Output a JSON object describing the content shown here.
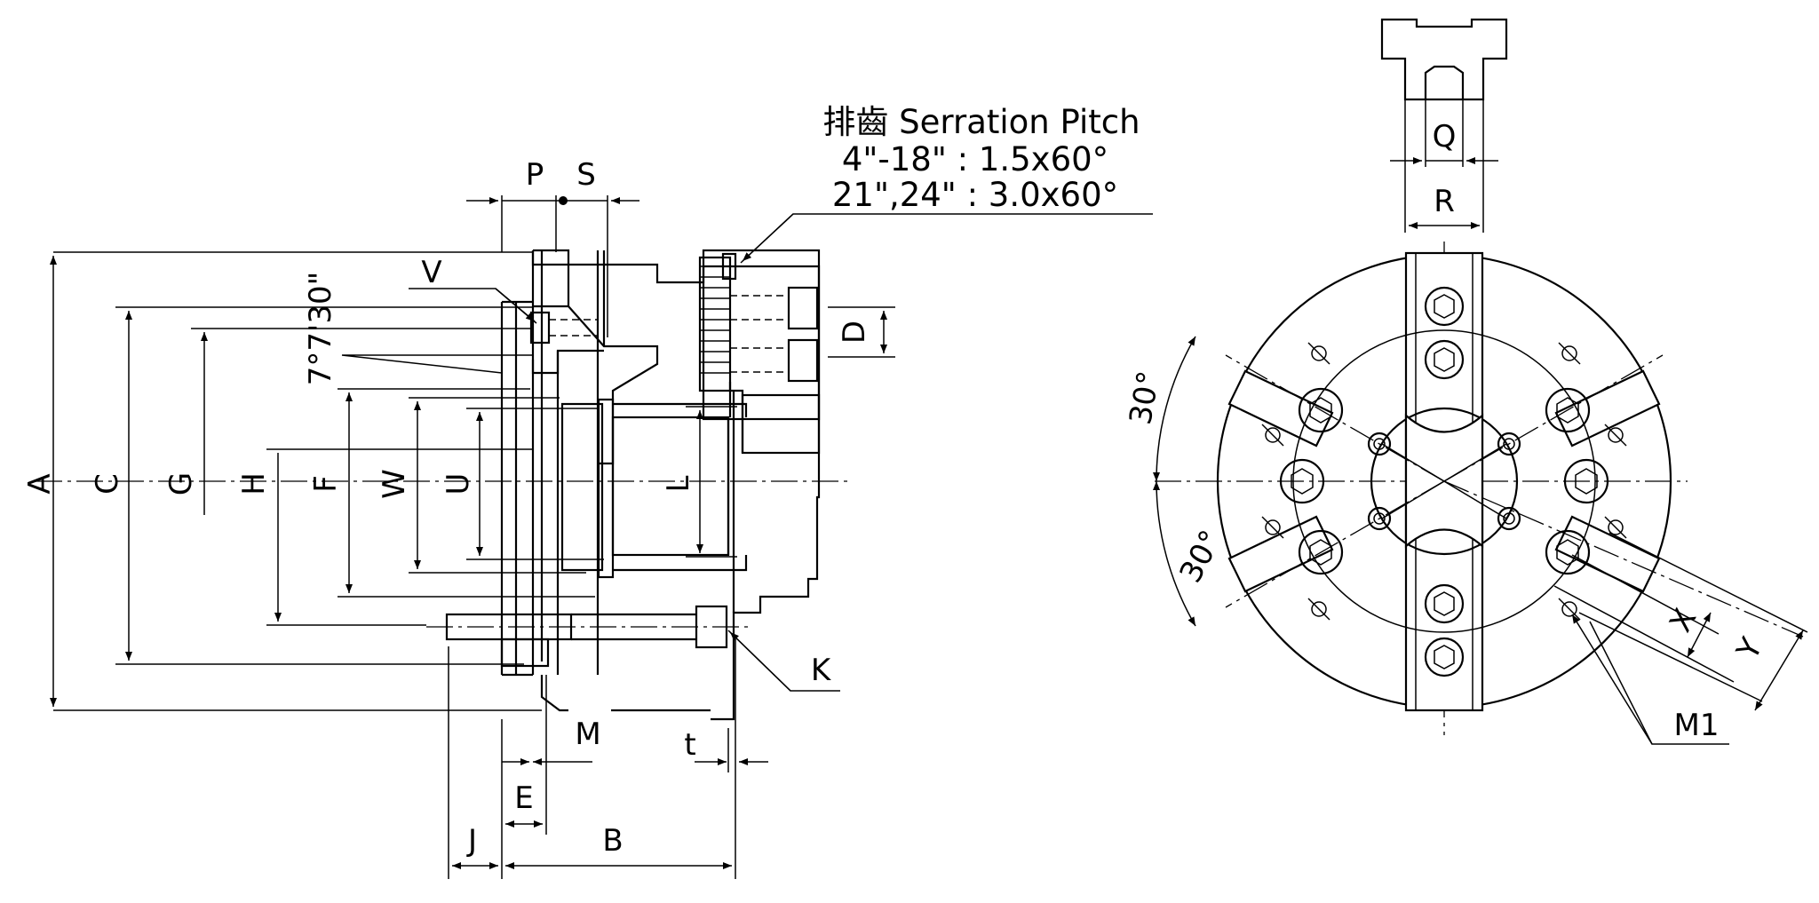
{
  "note": {
    "line1": "排齒 Serration Pitch",
    "line2": "4\"-18\" : 1.5x60°",
    "line3": "21\",24\" : 3.0x60°"
  },
  "labels": {
    "A": "A",
    "B": "B",
    "C": "C",
    "D": "D",
    "E": "E",
    "F": "F",
    "G": "G",
    "H": "H",
    "J": "J",
    "K": "K",
    "L": "L",
    "M": "M",
    "P": "P",
    "Q": "Q",
    "R": "R",
    "S": "S",
    "t": "t",
    "U": "U",
    "V": "V",
    "W": "W",
    "X": "X",
    "Y": "Y",
    "M1": "M1",
    "taper": "7°7'30\"",
    "angle_top": "30°",
    "angle_bottom": "30°"
  }
}
